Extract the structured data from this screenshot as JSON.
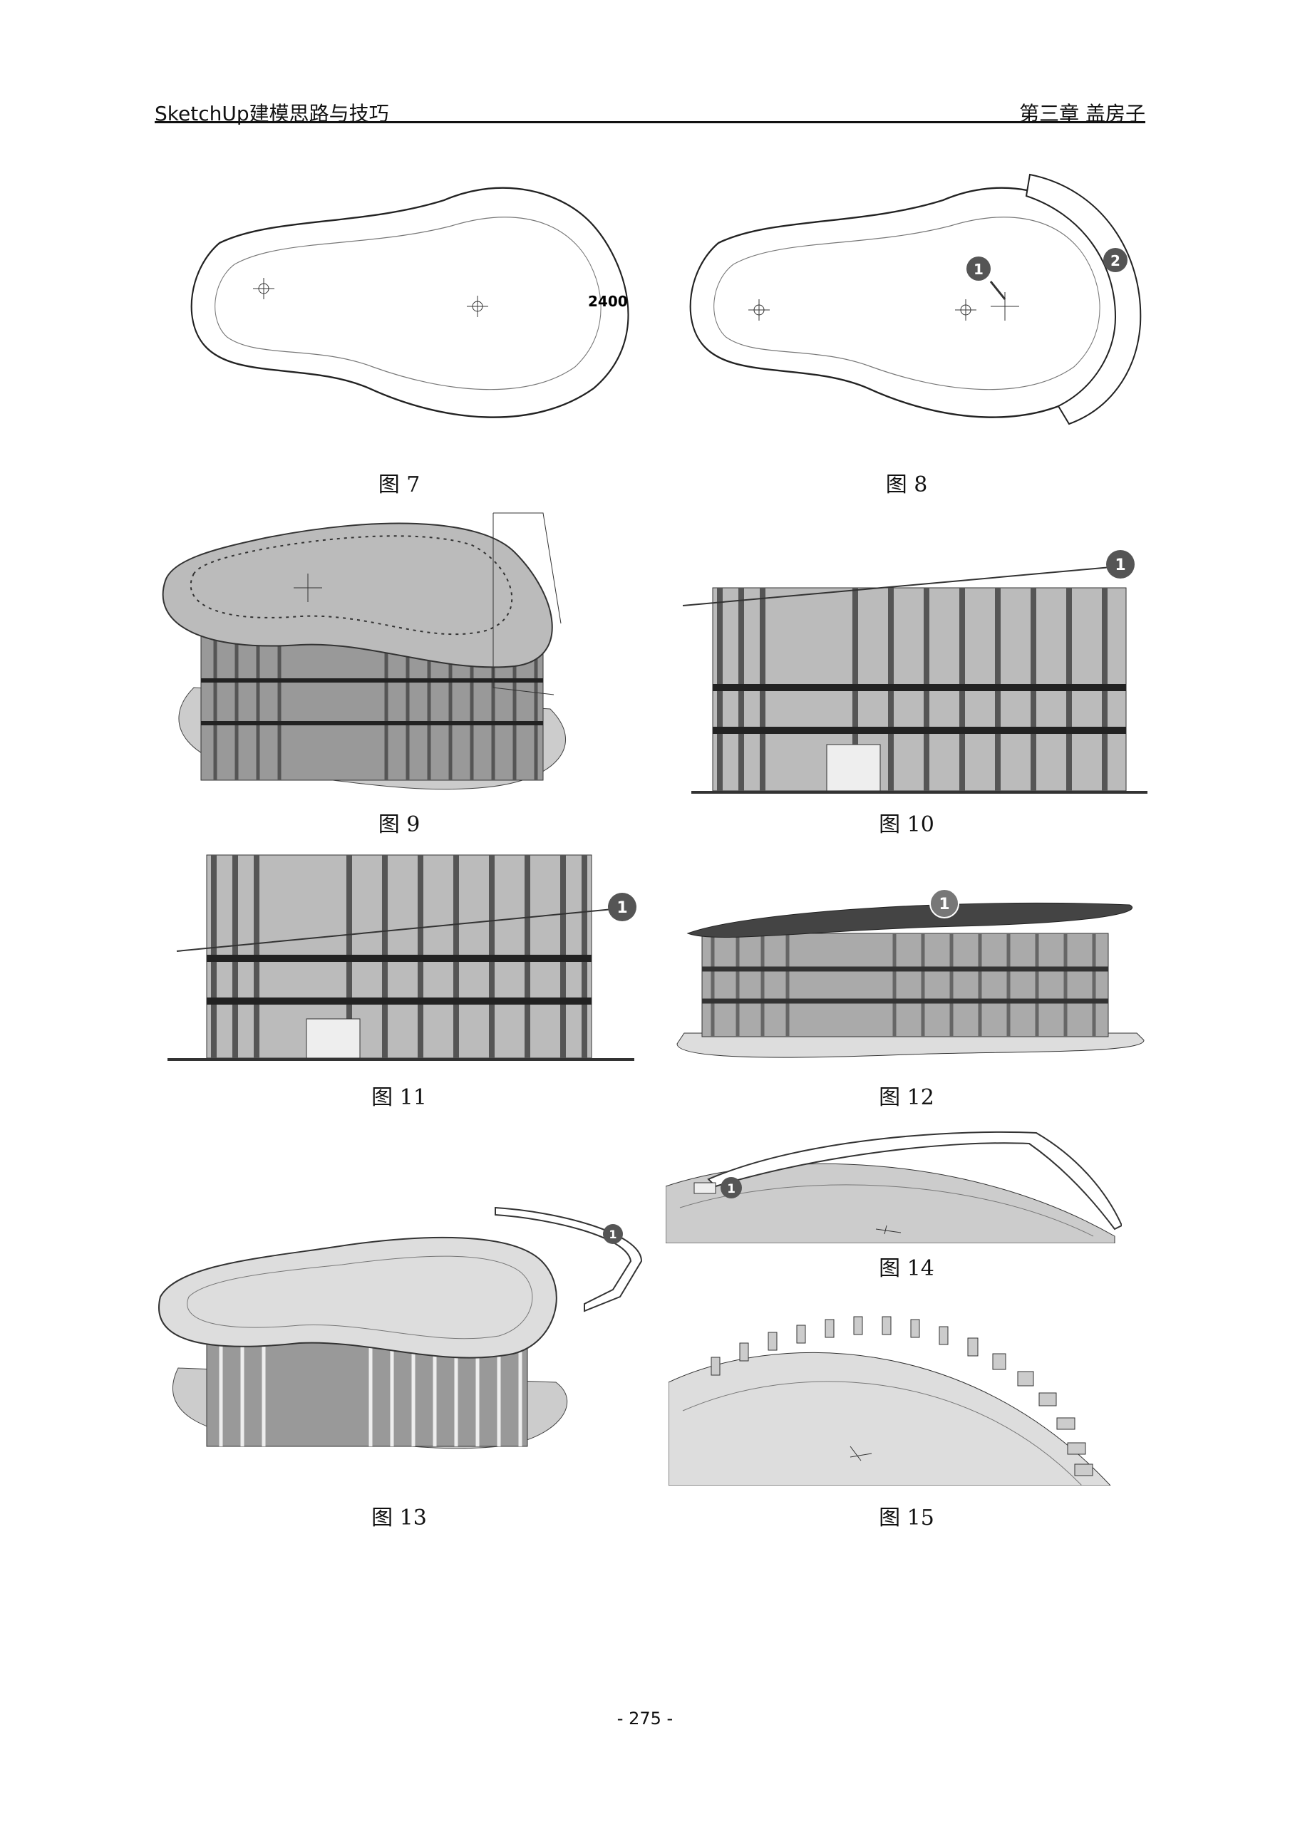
{
  "header": {
    "book_title": "SketchUp建模思路与技巧",
    "chapter": "第三章 盖房子"
  },
  "figures": [
    {
      "caption": "图 7",
      "dimension_label": "2400"
    },
    {
      "caption": "图 8",
      "markers": [
        "1",
        "2"
      ]
    },
    {
      "caption": "图 9"
    },
    {
      "caption": "图 10",
      "markers": [
        "1"
      ]
    },
    {
      "caption": "图 11",
      "markers": [
        "1"
      ]
    },
    {
      "caption": "图 12",
      "markers": [
        "1"
      ]
    },
    {
      "caption": "图 13",
      "markers": [
        "1"
      ]
    },
    {
      "caption": "图 14",
      "markers": [
        "1"
      ]
    },
    {
      "caption": "图 15"
    }
  ],
  "page_number": "- 275 -"
}
